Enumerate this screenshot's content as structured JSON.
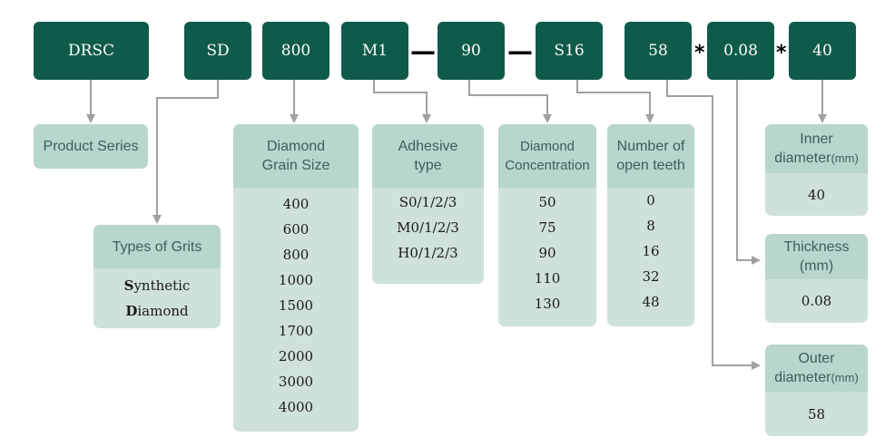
{
  "codes": {
    "drsc": "DRSC",
    "sd": "SD",
    "c800": "800",
    "m1": "M1",
    "c90": "90",
    "s16": "S16",
    "c58": "58",
    "c008": "0.08",
    "c40": "40",
    "dash": "—",
    "star": "*"
  },
  "product_series": {
    "label": "Product Series"
  },
  "grits": {
    "title": "Types of Grits",
    "line1_first": "S",
    "line1_rest": "ynthetic",
    "line2_first": "D",
    "line2_rest": "iamond"
  },
  "grain": {
    "title_line1": "Diamond",
    "title_line2": "Grain Size",
    "values": [
      "400",
      "600",
      "800",
      "1000",
      "1500",
      "1700",
      "2000",
      "3000",
      "4000"
    ]
  },
  "adhesive": {
    "title_line1": "Adhesive",
    "title_line2": "type",
    "values": [
      "S0/1/2/3",
      "M0/1/2/3",
      "H0/1/2/3"
    ]
  },
  "concentration": {
    "title_line1": "Diamond",
    "title_line2": "Concentration",
    "values": [
      "50",
      "75",
      "90",
      "110",
      "130"
    ]
  },
  "teeth": {
    "title_line1": "Number of",
    "title_line2": "open teeth",
    "values": [
      "0",
      "8",
      "16",
      "32",
      "48"
    ]
  },
  "inner": {
    "title_line1": "Inner",
    "title_line2": "diameter",
    "unit": "(mm)",
    "value": "40"
  },
  "thickness": {
    "title_line1": "Thickness",
    "title_line2": "(mm)",
    "value": "0.08"
  },
  "outer": {
    "title_line1": "Outer",
    "title_line2": "diameter",
    "unit": "(mm)",
    "value": "58"
  },
  "colors": {
    "code_box": "#0f5b4a",
    "card_head": "#b8d5ce",
    "card_body": "#cfe1dc",
    "arrow": "#a0a0a0"
  }
}
